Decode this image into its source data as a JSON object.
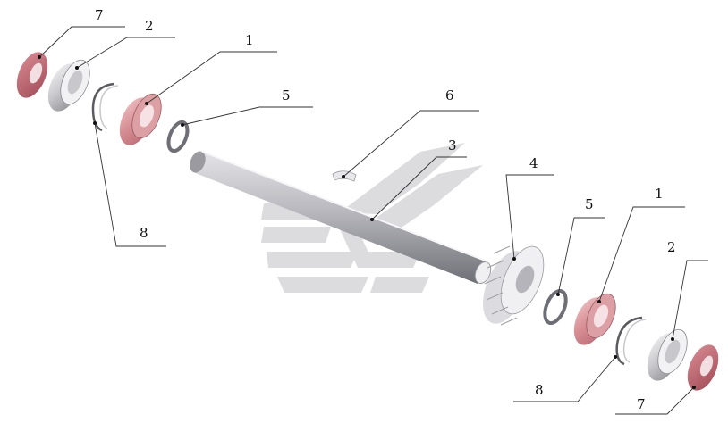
{
  "labels": {
    "l7a": "7",
    "l2a": "2",
    "l1a": "1",
    "l5a": "5",
    "l6": "6",
    "l3": "3",
    "l8a": "8",
    "l4": "4",
    "l5b": "5",
    "l1b": "1",
    "l2b": "2",
    "l8b": "8",
    "l7b": "7"
  },
  "colors": {
    "seal": "#c0707a",
    "bearing_body": "#d89a9f",
    "steel_light": "#eaeaec",
    "steel_mid": "#c4c4c8",
    "steel_dark": "#8a8a90",
    "watermark": "#d8d8dc"
  }
}
